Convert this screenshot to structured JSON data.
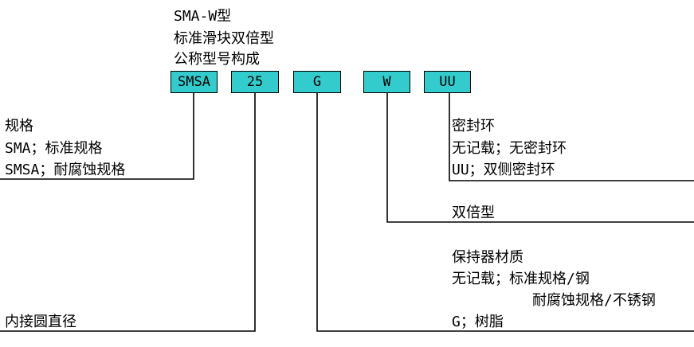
{
  "title": {
    "line1": "SMA-W型",
    "line2": "标准滑块双倍型",
    "line3": "公称型号构成"
  },
  "code_boxes": [
    "SMSA",
    "25",
    "G",
    "W",
    "UU"
  ],
  "spec": {
    "heading": "规格",
    "line1": "SMA；标准规格",
    "line2": "SMSA；耐腐蚀规格"
  },
  "inner_diameter": {
    "label": "内接圆直径"
  },
  "seal": {
    "heading": "密封环",
    "line1": "无记载；无密封环",
    "line2": "UU；双侧密封环"
  },
  "double": {
    "label": "双倍型"
  },
  "retainer": {
    "heading": "保持器材质",
    "line1": "无记载；标准规格/钢",
    "line2": "耐腐蚀规格/不锈钢",
    "line3": "G；树脂"
  },
  "colors": {
    "box_fill": "#33cccc",
    "line": "#000000"
  }
}
